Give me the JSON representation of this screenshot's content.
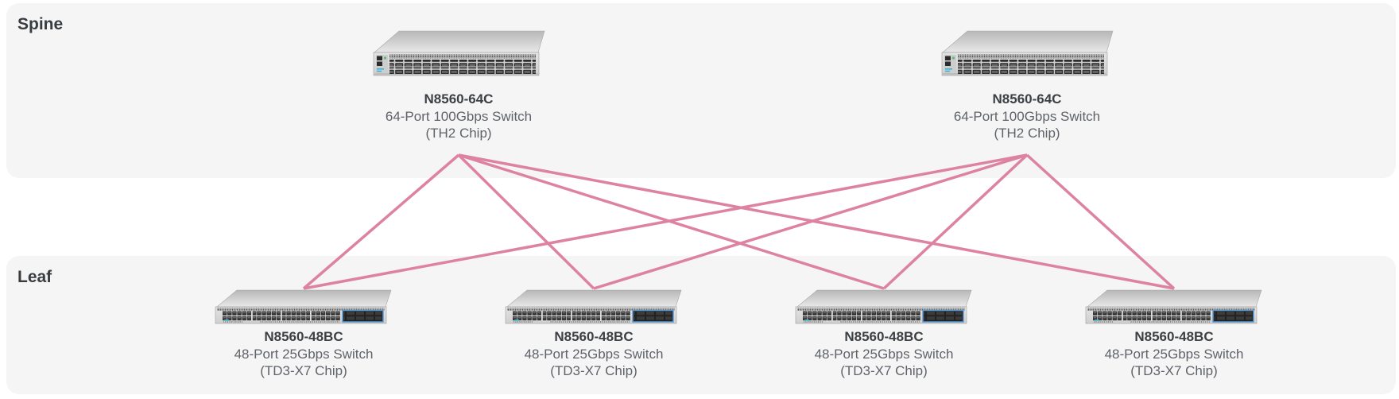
{
  "sections": {
    "spine": {
      "label": "Spine"
    },
    "leaf": {
      "label": "Leaf"
    }
  },
  "nodes": {
    "spines": [
      {
        "id": "spine-1",
        "model": "N8560-64C",
        "description": "64-Port 100Gbps Switch",
        "chip": "(TH2 Chip)"
      },
      {
        "id": "spine-2",
        "model": "N8560-64C",
        "description": "64-Port 100Gbps Switch",
        "chip": "(TH2 Chip)"
      }
    ],
    "leaves": [
      {
        "id": "leaf-1",
        "model": "N8560-48BC",
        "description": "48-Port 25Gbps Switch",
        "chip": "(TD3-X7 Chip)"
      },
      {
        "id": "leaf-2",
        "model": "N8560-48BC",
        "description": "48-Port 25Gbps Switch",
        "chip": "(TD3-X7 Chip)"
      },
      {
        "id": "leaf-3",
        "model": "N8560-48BC",
        "description": "48-Port 25Gbps Switch",
        "chip": "(TD3-X7 Chip)"
      },
      {
        "id": "leaf-4",
        "model": "N8560-48BC",
        "description": "48-Port 25Gbps Switch",
        "chip": "(TD3-X7 Chip)"
      }
    ]
  },
  "connections": [
    [
      "spine-1",
      "leaf-1"
    ],
    [
      "spine-1",
      "leaf-2"
    ],
    [
      "spine-1",
      "leaf-3"
    ],
    [
      "spine-1",
      "leaf-4"
    ],
    [
      "spine-2",
      "leaf-1"
    ],
    [
      "spine-2",
      "leaf-2"
    ],
    [
      "spine-2",
      "leaf-3"
    ],
    [
      "spine-2",
      "leaf-4"
    ]
  ],
  "colors": {
    "link": "#dd82a0",
    "section_bg": "#f5f5f6",
    "model_text": "#3c4043",
    "description_text": "#5f6368",
    "uplink_accent": "#5b9bd5"
  }
}
